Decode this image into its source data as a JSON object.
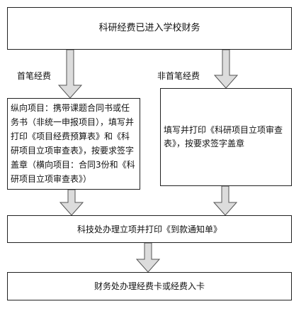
{
  "diagram": {
    "top_box": "科研经费已进入学校财务",
    "branch_left_label": "首笔经费",
    "branch_right_label": "非首笔经费",
    "left_box": "纵向项目：携带课题合同书或任务书（非统一申报项目），填写并打印《项目经费预算表》和《科研项目立项审查表》，按要求签字盖章（横向项目：合同3份和《科研项目立项审查表》）",
    "right_box": "填写并打印《科研项目立项审查表》，按要求签字盖章",
    "middle_box": "科技处办理立项并打印《到款通知单》",
    "bottom_box": "财务处办理经费卡或经费入卡"
  }
}
